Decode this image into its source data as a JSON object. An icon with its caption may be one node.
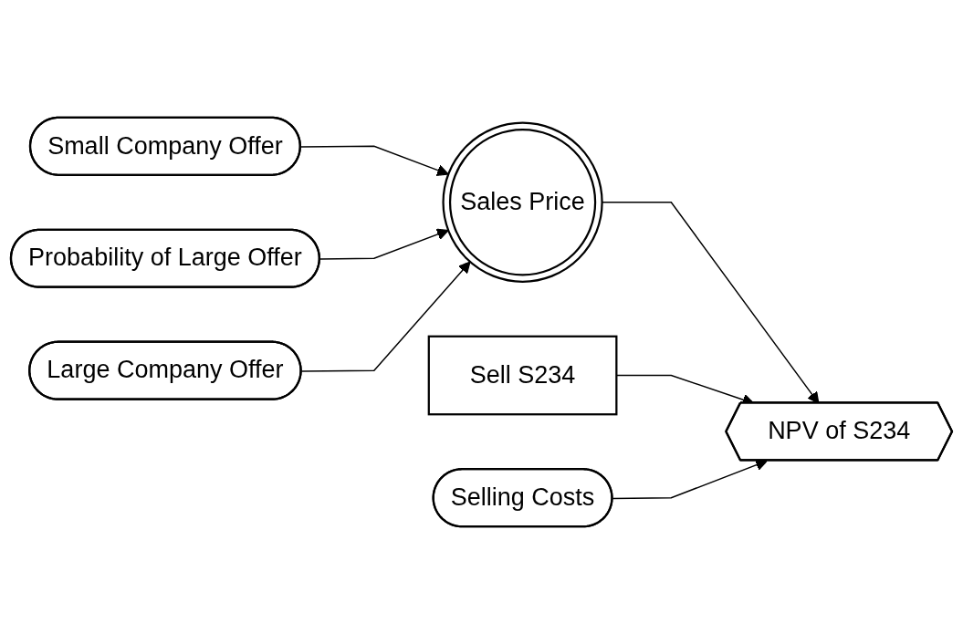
{
  "diagram": {
    "nodes": [
      {
        "text": [
          "Small Company Offer"
        ]
      },
      {
        "text": [
          "Probability of Large Offer"
        ]
      },
      {
        "text": [
          "Large Company Offer"
        ]
      },
      {
        "text": [
          "Sales Price"
        ]
      },
      {
        "text": [
          "Sell S234"
        ]
      },
      {
        "text": [
          "NPV of S234"
        ]
      },
      {
        "text": [
          "Selling Costs"
        ]
      }
    ],
    "edges": [
      {
        "from": 0,
        "to": 3,
        "arrow": "to"
      },
      {
        "from": 1,
        "to": 3,
        "arrow": "to"
      },
      {
        "from": 2,
        "to": 3,
        "arrow": "to"
      },
      {
        "from": 3,
        "to": 5,
        "arrow": "to"
      },
      {
        "from": 4,
        "to": 5,
        "arrow": "to"
      },
      {
        "from": 6,
        "to": 5,
        "arrow": "to"
      }
    ]
  }
}
